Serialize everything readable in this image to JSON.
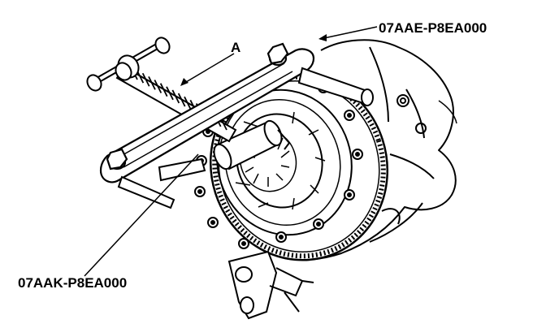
{
  "callouts": {
    "tool_top": "07AAE-P8EA000",
    "tool_bottom": "07AAK-P8EA000",
    "marker_a": "A"
  },
  "colors": {
    "ink": "#000000",
    "paper": "#ffffff"
  }
}
